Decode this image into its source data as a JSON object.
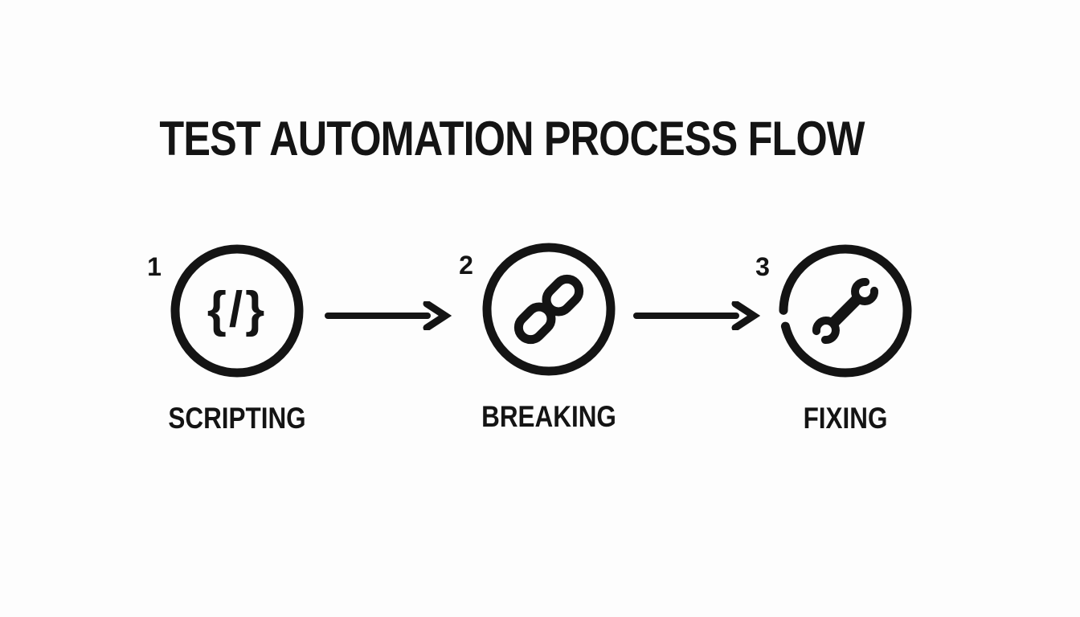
{
  "title": "TEST AUTOMATION PROCESS FLOW",
  "colors": {
    "background": "#fdfdfd",
    "ink": "#141414"
  },
  "steps": [
    {
      "number": "1",
      "label": "SCRIPTING",
      "icon": "code-braces",
      "icon_glyph": "{/}"
    },
    {
      "number": "2",
      "label": "BREAKING",
      "icon": "chain-link"
    },
    {
      "number": "3",
      "label": "FIXING",
      "icon": "wrench"
    }
  ],
  "connectors": [
    {
      "type": "arrow-right"
    },
    {
      "type": "arrow-right"
    }
  ]
}
